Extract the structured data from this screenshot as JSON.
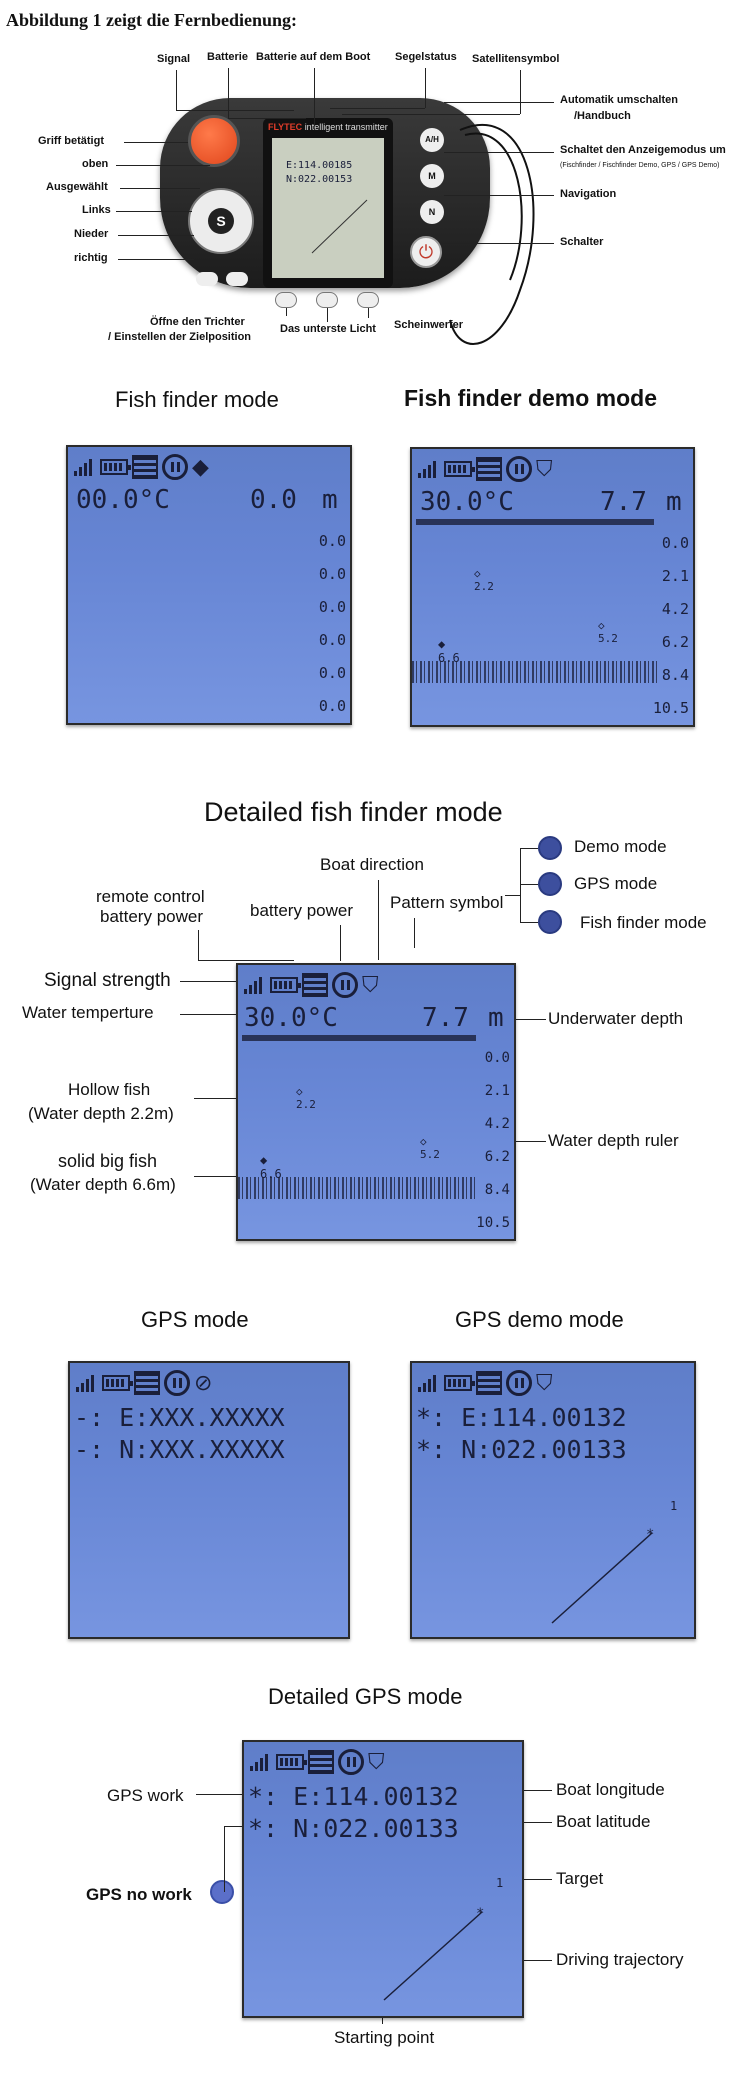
{
  "heading": "Abbildung 1 zeigt die Fernbedienung:",
  "remote": {
    "brand": "FLYTEC",
    "brand_sub": "intelligent transmitter",
    "screen_lines": [
      "E:114.00185",
      "N:022.00153"
    ],
    "top_labels": [
      "Signal",
      "Batterie",
      "Batterie auf dem Boot",
      "Segelstatus",
      "Satellitensymbol"
    ],
    "left_labels": [
      "Griff betätigt",
      "oben",
      "Ausgewählt",
      "Links",
      "Nieder",
      "richtig"
    ],
    "right_labels": [
      "Automatik umschalten",
      "/Handbuch",
      "Schaltet den Anzeigemodus um",
      "(Fischfinder / Fischfinder Demo, GPS / GPS Demo)",
      "Navigation",
      "Schalter"
    ],
    "bottom_labels": [
      "Öffne den Trichter",
      "/ Einstellen der Zielposition",
      "Das unterste Licht",
      "Scheinwerfer"
    ],
    "buttons": [
      "A/H",
      "M",
      "N"
    ]
  },
  "fish_finder": {
    "title": "Fish finder mode",
    "temp": "00.0°C",
    "depth": "0.0",
    "unit": "m",
    "ruler": [
      "0.0",
      "0.0",
      "0.0",
      "0.0",
      "0.0",
      "0.0"
    ]
  },
  "fish_demo": {
    "title": "Fish finder demo mode",
    "temp": "30.0°C",
    "depth": "7.7",
    "unit": "m",
    "ruler": [
      "0.0",
      "2.1",
      "4.2",
      "6.2",
      "8.4",
      "10.5"
    ],
    "fish1": "2.2",
    "fish2": "6.6",
    "fish3": "5.2"
  },
  "detailed_fish": {
    "title": "Detailed fish finder mode",
    "temp": "30.0°C",
    "depth": "7.7",
    "unit": "m",
    "ruler": [
      "0.0",
      "2.1",
      "4.2",
      "6.2",
      "8.4",
      "10.5"
    ],
    "fish1": "2.2",
    "fish2": "6.6",
    "fish3": "5.2",
    "labels": {
      "boat_direction": "Boat direction",
      "demo_mode": "Demo mode",
      "gps_mode": "GPS mode",
      "fish_finder_mode": "Fish finder mode",
      "remote_battery": [
        "remote control",
        "battery power"
      ],
      "battery_power": "battery power",
      "pattern_symbol": "Pattern symbol",
      "signal_strength": "Signal strength",
      "water_temp": "Water temperture",
      "underwater_depth": "Underwater depth",
      "hollow_fish": [
        "Hollow fish",
        "(Water depth 2.2m)"
      ],
      "solid_fish": [
        "solid big fish",
        "(Water depth 6.6m)"
      ],
      "depth_ruler": "Water depth ruler"
    }
  },
  "gps": {
    "title": "GPS mode",
    "line1": "-:  E:XXX.XXXXX",
    "line2": "-:  N:XXX.XXXXX"
  },
  "gps_demo": {
    "title": "GPS demo mode",
    "line1": "*:  E:114.00132",
    "line2": "*:  N:022.00133",
    "target": "1"
  },
  "detailed_gps": {
    "title": "Detailed GPS mode",
    "line1": "*:  E:114.00132",
    "line2": "*:  N:022.00133",
    "target": "1",
    "labels": {
      "gps_work": "GPS work",
      "gps_no_work": "GPS no work",
      "boat_longitude": "Boat longitude",
      "boat_latitude": "Boat latitude",
      "target": "Target",
      "driving_trajectory": "Driving trajectory",
      "starting_point": "Starting point"
    }
  }
}
